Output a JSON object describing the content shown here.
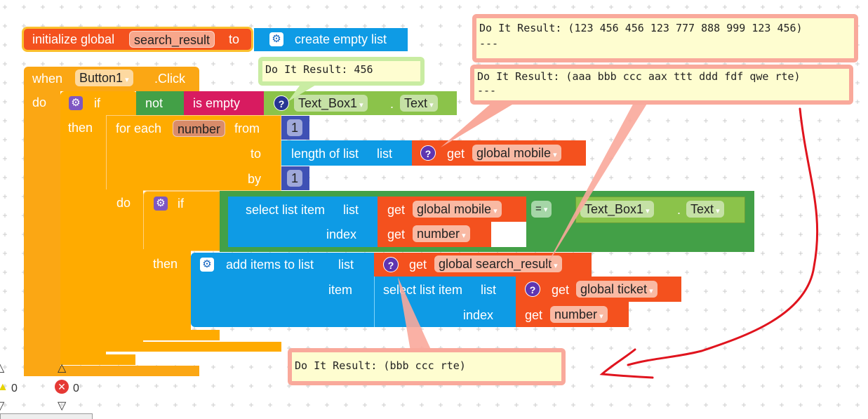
{
  "colors": {
    "variable": "#f4511e",
    "list": "#0e9be5",
    "control": "#ffab00",
    "logic": "#43a047",
    "text": "#d81b60",
    "component": "#8bc34a",
    "math": "#3f51b5",
    "bubble_pink": "#f9a99b",
    "bubble_green": "#c9eca2",
    "annotation": "#e0141e"
  },
  "init": {
    "label": "initialize global",
    "var": "search_result",
    "to": "to",
    "create": "create empty list"
  },
  "event": {
    "when": "when",
    "component": "Button1",
    "event": ".Click",
    "do": "do"
  },
  "if1": {
    "if": "if",
    "then": "then",
    "not": "not",
    "is_empty": "is empty",
    "component": "Text_Box1",
    "dot": ".",
    "prop": "Text"
  },
  "foreach": {
    "label": "for each",
    "var": "number",
    "from": "from",
    "to": "to",
    "by": "by",
    "do": "do",
    "from_val": "1",
    "by_val": "1",
    "length": "length of list",
    "list": "list",
    "get": "get",
    "source": "global mobile"
  },
  "if2": {
    "if": "if",
    "then": "then",
    "select": "select list item",
    "list": "list",
    "index": "index",
    "get": "get",
    "source": "global mobile",
    "num": "number",
    "op": "=",
    "component": "Text_Box1",
    "dot": ".",
    "prop": "Text"
  },
  "add": {
    "label": "add items to list",
    "list": "list",
    "item": "item",
    "get": "get",
    "target": "global search_result",
    "select": "select list item",
    "index": "index",
    "source": "global ticket",
    "num": "number"
  },
  "bubbles": [
    "Do It Result: 456",
    "Do It Result: (123 456 456 123 777 888 999 123 456)\n---",
    "Do It Result: (aaa bbb ccc aax ttt ddd fdf qwe rte)\n---",
    "Do It Result: (bbb ccc rte)"
  ],
  "indicators": {
    "warnings": "0",
    "errors": "0"
  }
}
